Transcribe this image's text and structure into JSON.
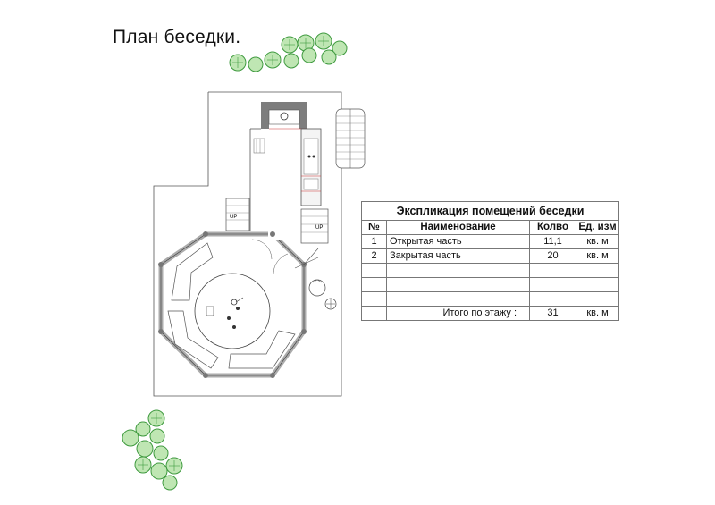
{
  "title": "План беседки.",
  "plan_labels": {
    "stair_left": "UP",
    "stair_right": "UP"
  },
  "explication": {
    "caption": "Экспликация помещений беседки",
    "headers": {
      "num": "№",
      "name": "Наименование",
      "qty": "Колво",
      "unit": "Ед. изм"
    },
    "rows": [
      {
        "num": "1",
        "name": "Открытая часть",
        "qty": "11,1",
        "unit": "кв. м"
      },
      {
        "num": "2",
        "name": "Закрытая часть",
        "qty": "20",
        "unit": "кв. м"
      }
    ],
    "total": {
      "label": "Итого по этажу  :",
      "qty": "31",
      "unit": "кв. м"
    }
  },
  "colors": {
    "line": "#444444",
    "wall": "#8a8a8a",
    "tree": "#5cb85c",
    "accent": "#d23b3b"
  }
}
